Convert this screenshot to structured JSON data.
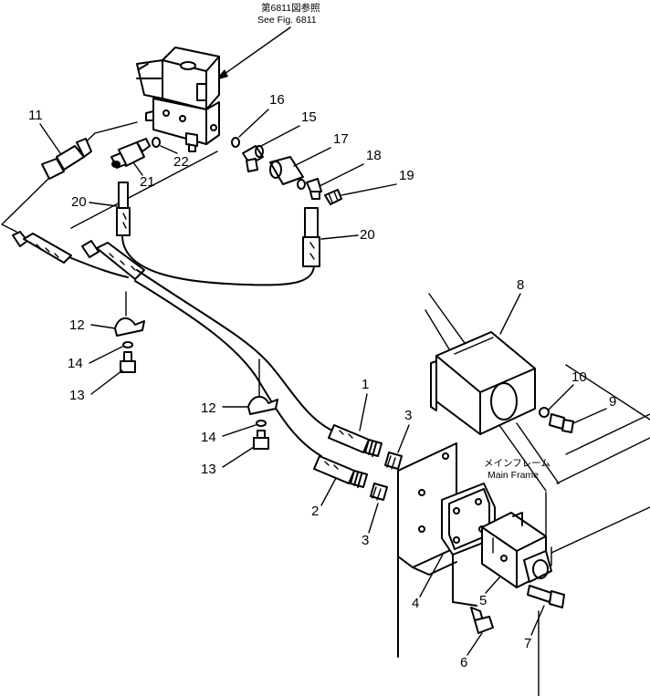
{
  "reference": {
    "line1": "第6811図参照",
    "line2": "See Fig. 6811"
  },
  "frame_label": {
    "jp": "メインフレーム",
    "en": "Main Frame"
  },
  "callouts": {
    "c1": "1",
    "c2": "2",
    "c3a": "3",
    "c3b": "3",
    "c4": "4",
    "c5": "5",
    "c6": "6",
    "c7": "7",
    "c8": "8",
    "c9": "9",
    "c10": "10",
    "c11": "11",
    "c12a": "12",
    "c12b": "12",
    "c13a": "13",
    "c13b": "13",
    "c14a": "14",
    "c14b": "14",
    "c15": "15",
    "c16": "16",
    "c17": "17",
    "c18": "18",
    "c19": "19",
    "c20a": "20",
    "c20b": "20",
    "c21": "21",
    "c22": "22"
  }
}
